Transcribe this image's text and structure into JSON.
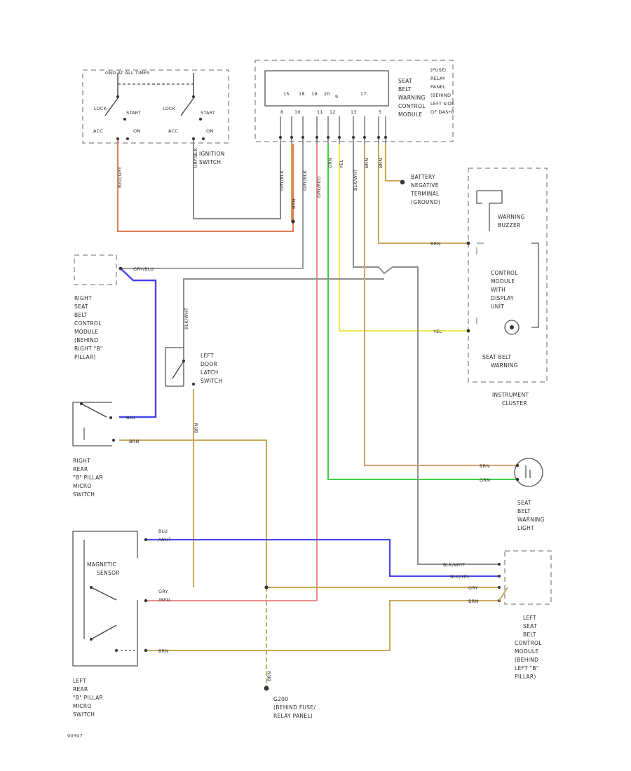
{
  "ignition": {
    "title": "GND AT ALL TIMES",
    "lock1": "LOCK",
    "start1": "START",
    "acc1": "ACC",
    "on1": "ON",
    "lock2": "LOCK",
    "start2": "START",
    "acc2": "ACC",
    "on2": "ON",
    "label": [
      "IGNITION",
      "SWITCH"
    ]
  },
  "module": {
    "pins": [
      "15",
      "18",
      "19",
      "20",
      "9",
      "17",
      "8",
      "10",
      "11",
      "12",
      "13",
      "5"
    ],
    "label": [
      "SEAT",
      "BELT",
      "WARNING",
      "CONTROL",
      "MODULE"
    ],
    "location": [
      "(FUSE/",
      "RELAY",
      "PANEL",
      "(BEHIND",
      "LEFT SIDE",
      "OF DASH)"
    ]
  },
  "battery_ground": [
    "BATTERY",
    "NEGATIVE",
    "TERMINAL",
    "(GROUND)"
  ],
  "warning_buzzer": [
    "WARNING",
    "BUZZER"
  ],
  "cluster": {
    "control": [
      "CONTROL",
      "MODULE",
      "WITH",
      "DISPLAY",
      "UNIT"
    ],
    "seat_belt": [
      "SEAT BELT",
      "WARNING"
    ],
    "label": [
      "INSTRUMENT",
      "CLUSTER"
    ]
  },
  "right_module": {
    "wire": "GRY/BLU",
    "label": [
      "RIGHT",
      "SEAT",
      "BELT",
      "CONTROL",
      "MODULE",
      "(BEHIND",
      "RIGHT \"B\"",
      "PILLAR)"
    ]
  },
  "door_latch": {
    "wire": "BLK/WHT",
    "label": [
      "LEFT",
      "DOOR",
      "LATCH",
      "SWITCH"
    ]
  },
  "right_micro": {
    "wire1": "BLU",
    "wire2": "BRN",
    "label": [
      "RIGHT",
      "REAR",
      "\"B\" PILLAR",
      "MICRO",
      "SWITCH"
    ]
  },
  "warning_light": {
    "wire1": "BRN",
    "wire2": "GRN",
    "label": [
      "SEAT",
      "BELT",
      "WARNING",
      "LIGHT"
    ]
  },
  "left_micro": {
    "wire1": [
      "BLU",
      "/WHT"
    ],
    "magnetic": [
      "MAGNETIC",
      "SENSOR"
    ],
    "wire2": [
      "GRY",
      "/RED"
    ],
    "wire3": "BRN",
    "label": [
      "LEFT",
      "REAR",
      "\"B\" PILLAR",
      "MICRO",
      "SWITCH"
    ]
  },
  "left_module": {
    "wires": [
      "BLK/WHT",
      "BLU/YEL",
      "GRY",
      "BRN"
    ],
    "label": [
      "LEFT",
      "SEAT",
      "BELT",
      "CONTROL",
      "MODULE",
      "(BEHIND",
      "LEFT \"B\"",
      "PILLAR)"
    ]
  },
  "ground": {
    "wire": "BRN",
    "label": [
      "G200",
      "(BEHIND FUSE/",
      "RELAY PANEL)"
    ]
  },
  "wire_labels": {
    "red_ign": "RED/GRY",
    "ign": "GRY/BLK",
    "m1": "GRY/BLK",
    "m2": "BRN",
    "m3": "GRY/BLK",
    "m4": "GRY/RED",
    "m5": "GRN",
    "m6": "YEL",
    "m7": "BLK/WHT",
    "m8": "BRN",
    "m9": "BRN"
  },
  "cluster_pins": {
    "buzzer_wire": "BRN",
    "yel_wire": "YEL"
  },
  "figure_id": "90397"
}
